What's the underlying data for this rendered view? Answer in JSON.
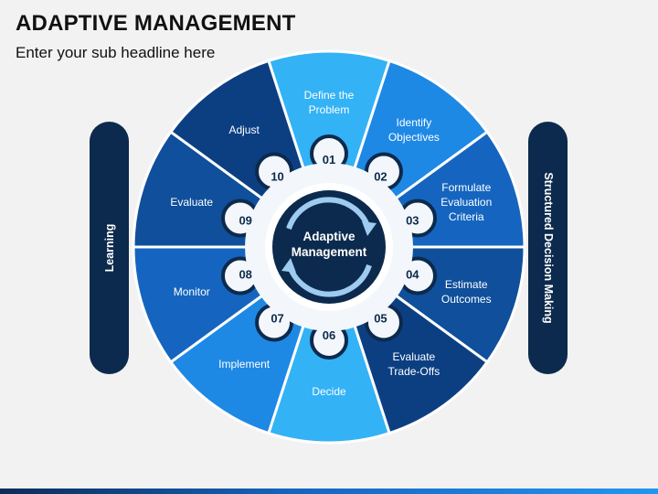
{
  "header": {
    "title": "ADAPTIVE MANAGEMENT",
    "subtitle": "Enter your sub headline here"
  },
  "side": {
    "left_label": "Learning",
    "right_label": "Structured Decision Making"
  },
  "center": {
    "line1": "Adaptive",
    "line2": "Management"
  },
  "steps": [
    {
      "num": "01",
      "lines": [
        "Define the",
        "Problem"
      ],
      "color": "#33b2f5"
    },
    {
      "num": "02",
      "lines": [
        "Identify",
        "Objectives"
      ],
      "color": "#1e88e5"
    },
    {
      "num": "03",
      "lines": [
        "Formulate",
        "Evaluation",
        "Criteria"
      ],
      "color": "#1565c0"
    },
    {
      "num": "04",
      "lines": [
        "Estimate",
        "Outcomes"
      ],
      "color": "#0f4f9c"
    },
    {
      "num": "05",
      "lines": [
        "Evaluate",
        "Trade-Offs"
      ],
      "color": "#0c3f82"
    },
    {
      "num": "06",
      "lines": [
        "Decide"
      ],
      "color": "#33b2f5"
    },
    {
      "num": "07",
      "lines": [
        "Implement"
      ],
      "color": "#1e88e5"
    },
    {
      "num": "08",
      "lines": [
        "Monitor"
      ],
      "color": "#1565c0"
    },
    {
      "num": "09",
      "lines": [
        "Evaluate"
      ],
      "color": "#0f4f9c"
    },
    {
      "num": "10",
      "lines": [
        "Adjust"
      ],
      "color": "#0c3f82"
    }
  ],
  "colors": {
    "dark_navy": "#0c2a4d",
    "ring_light": "#f3f7fb",
    "text_on_dark": "#ffffff"
  }
}
